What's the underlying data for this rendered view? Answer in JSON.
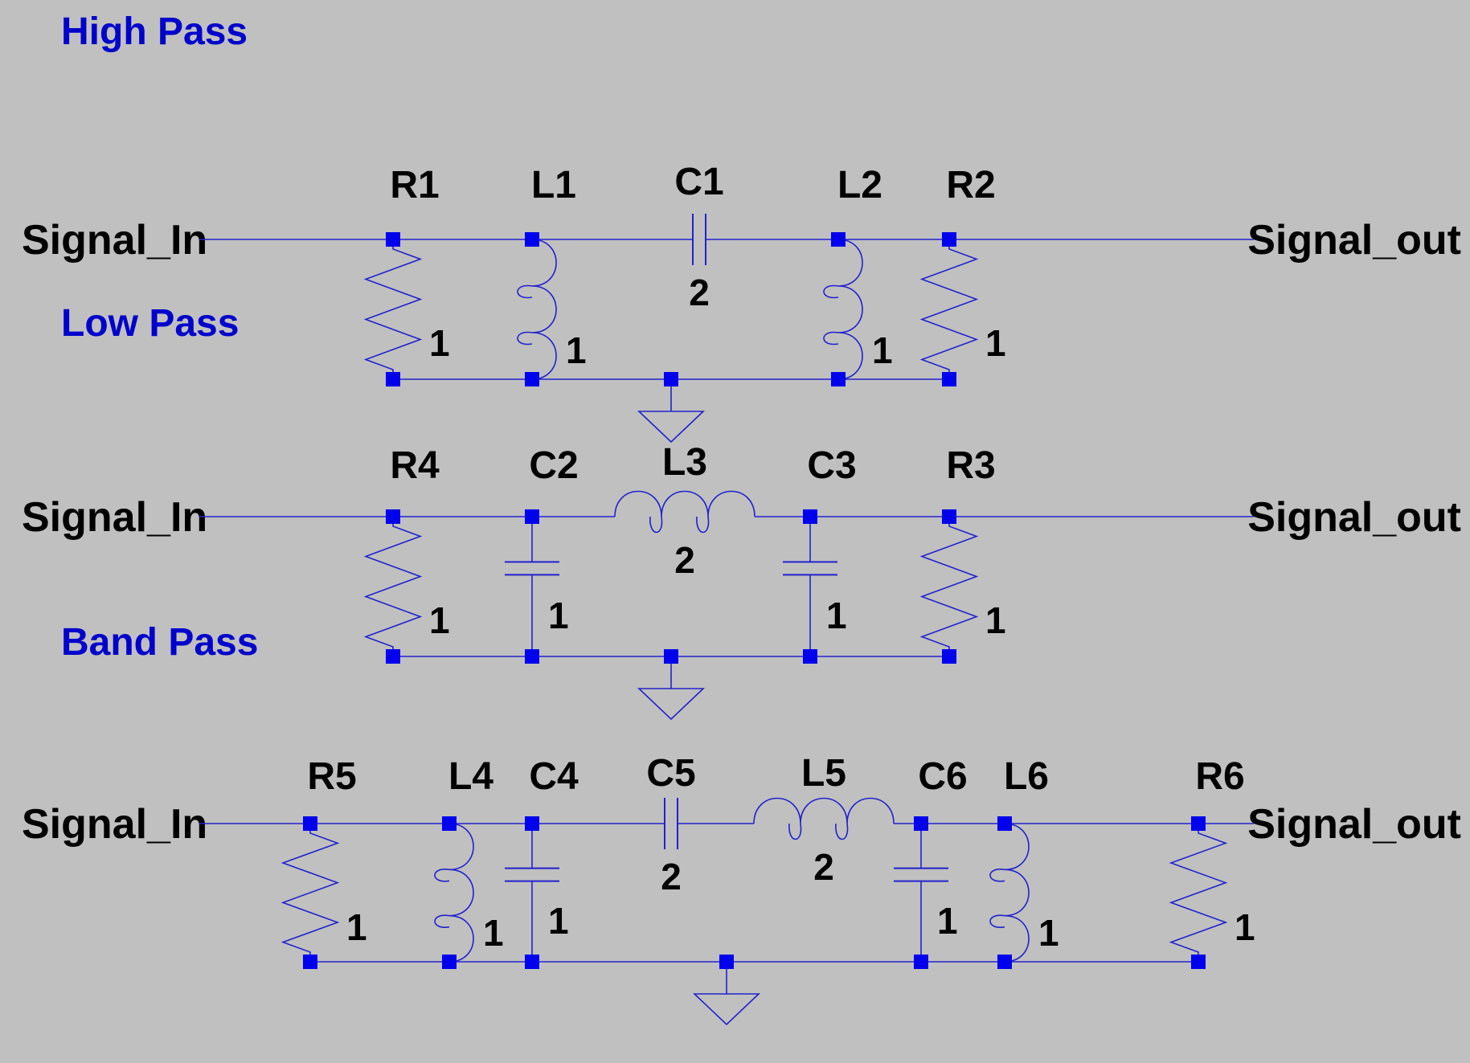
{
  "colors": {
    "background": "#c0c0c0",
    "wire": "#2222cc",
    "node": "#0000ee",
    "section_title": "#0000cc",
    "text": "#000000"
  },
  "section_titles": [
    "High Pass",
    "Low Pass",
    "Band Pass"
  ],
  "filters": [
    {
      "id": "high",
      "input_label": "Signal_In",
      "output_label": "Signal_out",
      "components": [
        {
          "ref": "R1",
          "type": "resistor",
          "mount": "shunt",
          "value": "1"
        },
        {
          "ref": "L1",
          "type": "inductor",
          "mount": "shunt",
          "value": "1"
        },
        {
          "ref": "C1",
          "type": "capacitor",
          "mount": "series",
          "value": "2"
        },
        {
          "ref": "L2",
          "type": "inductor",
          "mount": "shunt",
          "value": "1"
        },
        {
          "ref": "R2",
          "type": "resistor",
          "mount": "shunt",
          "value": "1"
        }
      ]
    },
    {
      "id": "low",
      "input_label": "Signal_In",
      "output_label": "Signal_out",
      "components": [
        {
          "ref": "R4",
          "type": "resistor",
          "mount": "shunt",
          "value": "1"
        },
        {
          "ref": "C2",
          "type": "capacitor",
          "mount": "shunt",
          "value": "1"
        },
        {
          "ref": "L3",
          "type": "inductor",
          "mount": "series",
          "value": "2"
        },
        {
          "ref": "C3",
          "type": "capacitor",
          "mount": "shunt",
          "value": "1"
        },
        {
          "ref": "R3",
          "type": "resistor",
          "mount": "shunt",
          "value": "1"
        }
      ]
    },
    {
      "id": "band",
      "input_label": "Signal_In",
      "output_label": "Signal_out",
      "components": [
        {
          "ref": "R5",
          "type": "resistor",
          "mount": "shunt",
          "value": "1"
        },
        {
          "ref": "L4",
          "type": "inductor",
          "mount": "shunt",
          "value": "1"
        },
        {
          "ref": "C4",
          "type": "capacitor",
          "mount": "shunt",
          "value": "1"
        },
        {
          "ref": "C5",
          "type": "capacitor",
          "mount": "series",
          "value": "2"
        },
        {
          "ref": "L5",
          "type": "inductor",
          "mount": "series",
          "value": "2"
        },
        {
          "ref": "C6",
          "type": "capacitor",
          "mount": "shunt",
          "value": "1"
        },
        {
          "ref": "L6",
          "type": "inductor",
          "mount": "shunt",
          "value": "1"
        },
        {
          "ref": "R6",
          "type": "resistor",
          "mount": "shunt",
          "value": "1"
        }
      ]
    }
  ]
}
